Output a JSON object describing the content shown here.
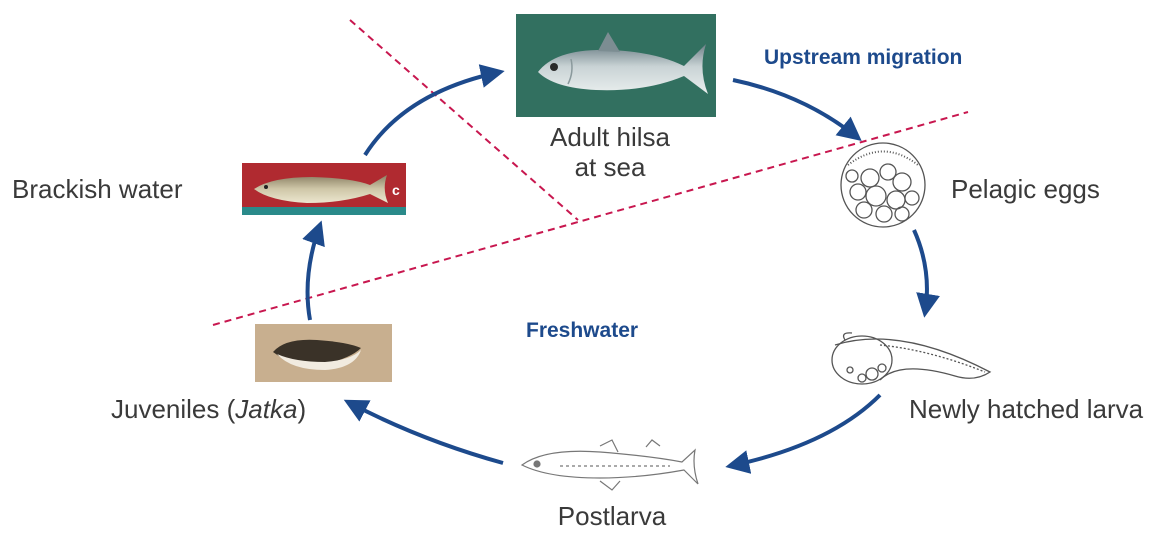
{
  "stages": {
    "adult": {
      "line1": "Adult hilsa",
      "line2": "at sea"
    },
    "eggs": "Pelagic eggs",
    "larva": "Newly hatched larva",
    "postlarva": "Postlarva",
    "juveniles": {
      "prefix": "Juveniles (",
      "italic": "Jatka",
      "suffix": ")"
    },
    "brackish": "Brackish water"
  },
  "zones": {
    "upstream": "Upstream migration",
    "freshwater": "Freshwater"
  },
  "photo_marks": {
    "brackish_corner_letter": "c"
  },
  "colors": {
    "arrow": "#1d4a8c",
    "divider": "#c8174f",
    "zone_text": "#1d4a8c",
    "label_text": "#3a3a3a",
    "sea_photo_bg": "#2f6a5c",
    "brackish_photo_bg": "#b02a30"
  }
}
